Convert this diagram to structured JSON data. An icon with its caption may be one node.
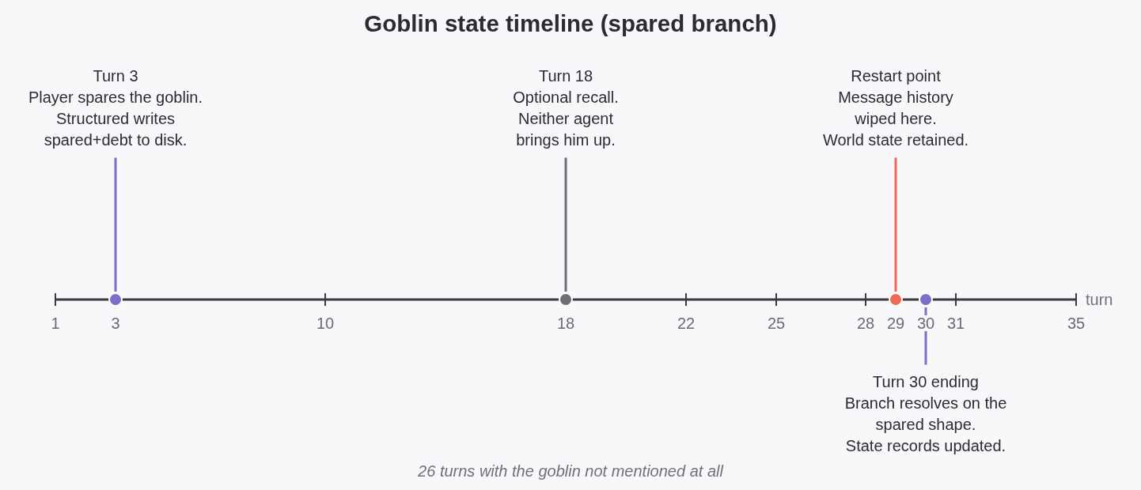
{
  "diagram": {
    "title": "Goblin state timeline (spared branch)",
    "caption": "26 turns with the goblin not mentioned at all",
    "nodes": [
      {
        "text": [
          "Turn 3",
          "Player spares the goblin.",
          "Structured writes spared+debt to disk."
        ]
      },
      {
        "text": [
          "Turn 18",
          "Optional recall.",
          "Neither agent brings him up."
        ]
      },
      {
        "text": [
          "Restart point",
          "Message history wiped here.",
          "World state retained."
        ]
      },
      {
        "text": [],
        "shape": "circle"
      },
      {
        "text": [],
        "shape": "circle"
      },
      {
        "text": [],
        "shape": "circle"
      },
      {
        "text": [],
        "shape": "circle"
      },
      {
        "text": [
          "Turn 30 ending",
          "Branch resolves on the spared shape.",
          "State records updated."
        ]
      }
    ],
    "edges": [
      {
        "from": 0,
        "to": 3,
        "arrow": "none"
      },
      {
        "from": 1,
        "to": 4,
        "arrow": "none",
        "color": "#6e6e78"
      },
      {
        "from": 2,
        "to": 5,
        "arrow": "none",
        "color": "#f06b55"
      },
      {
        "from": 7,
        "to": 6,
        "arrow": "none"
      }
    ],
    "labels": [
      "1",
      "3",
      "10",
      "18",
      "22",
      "25",
      "28",
      "29",
      "30",
      "31",
      "35",
      "turn"
    ]
  }
}
